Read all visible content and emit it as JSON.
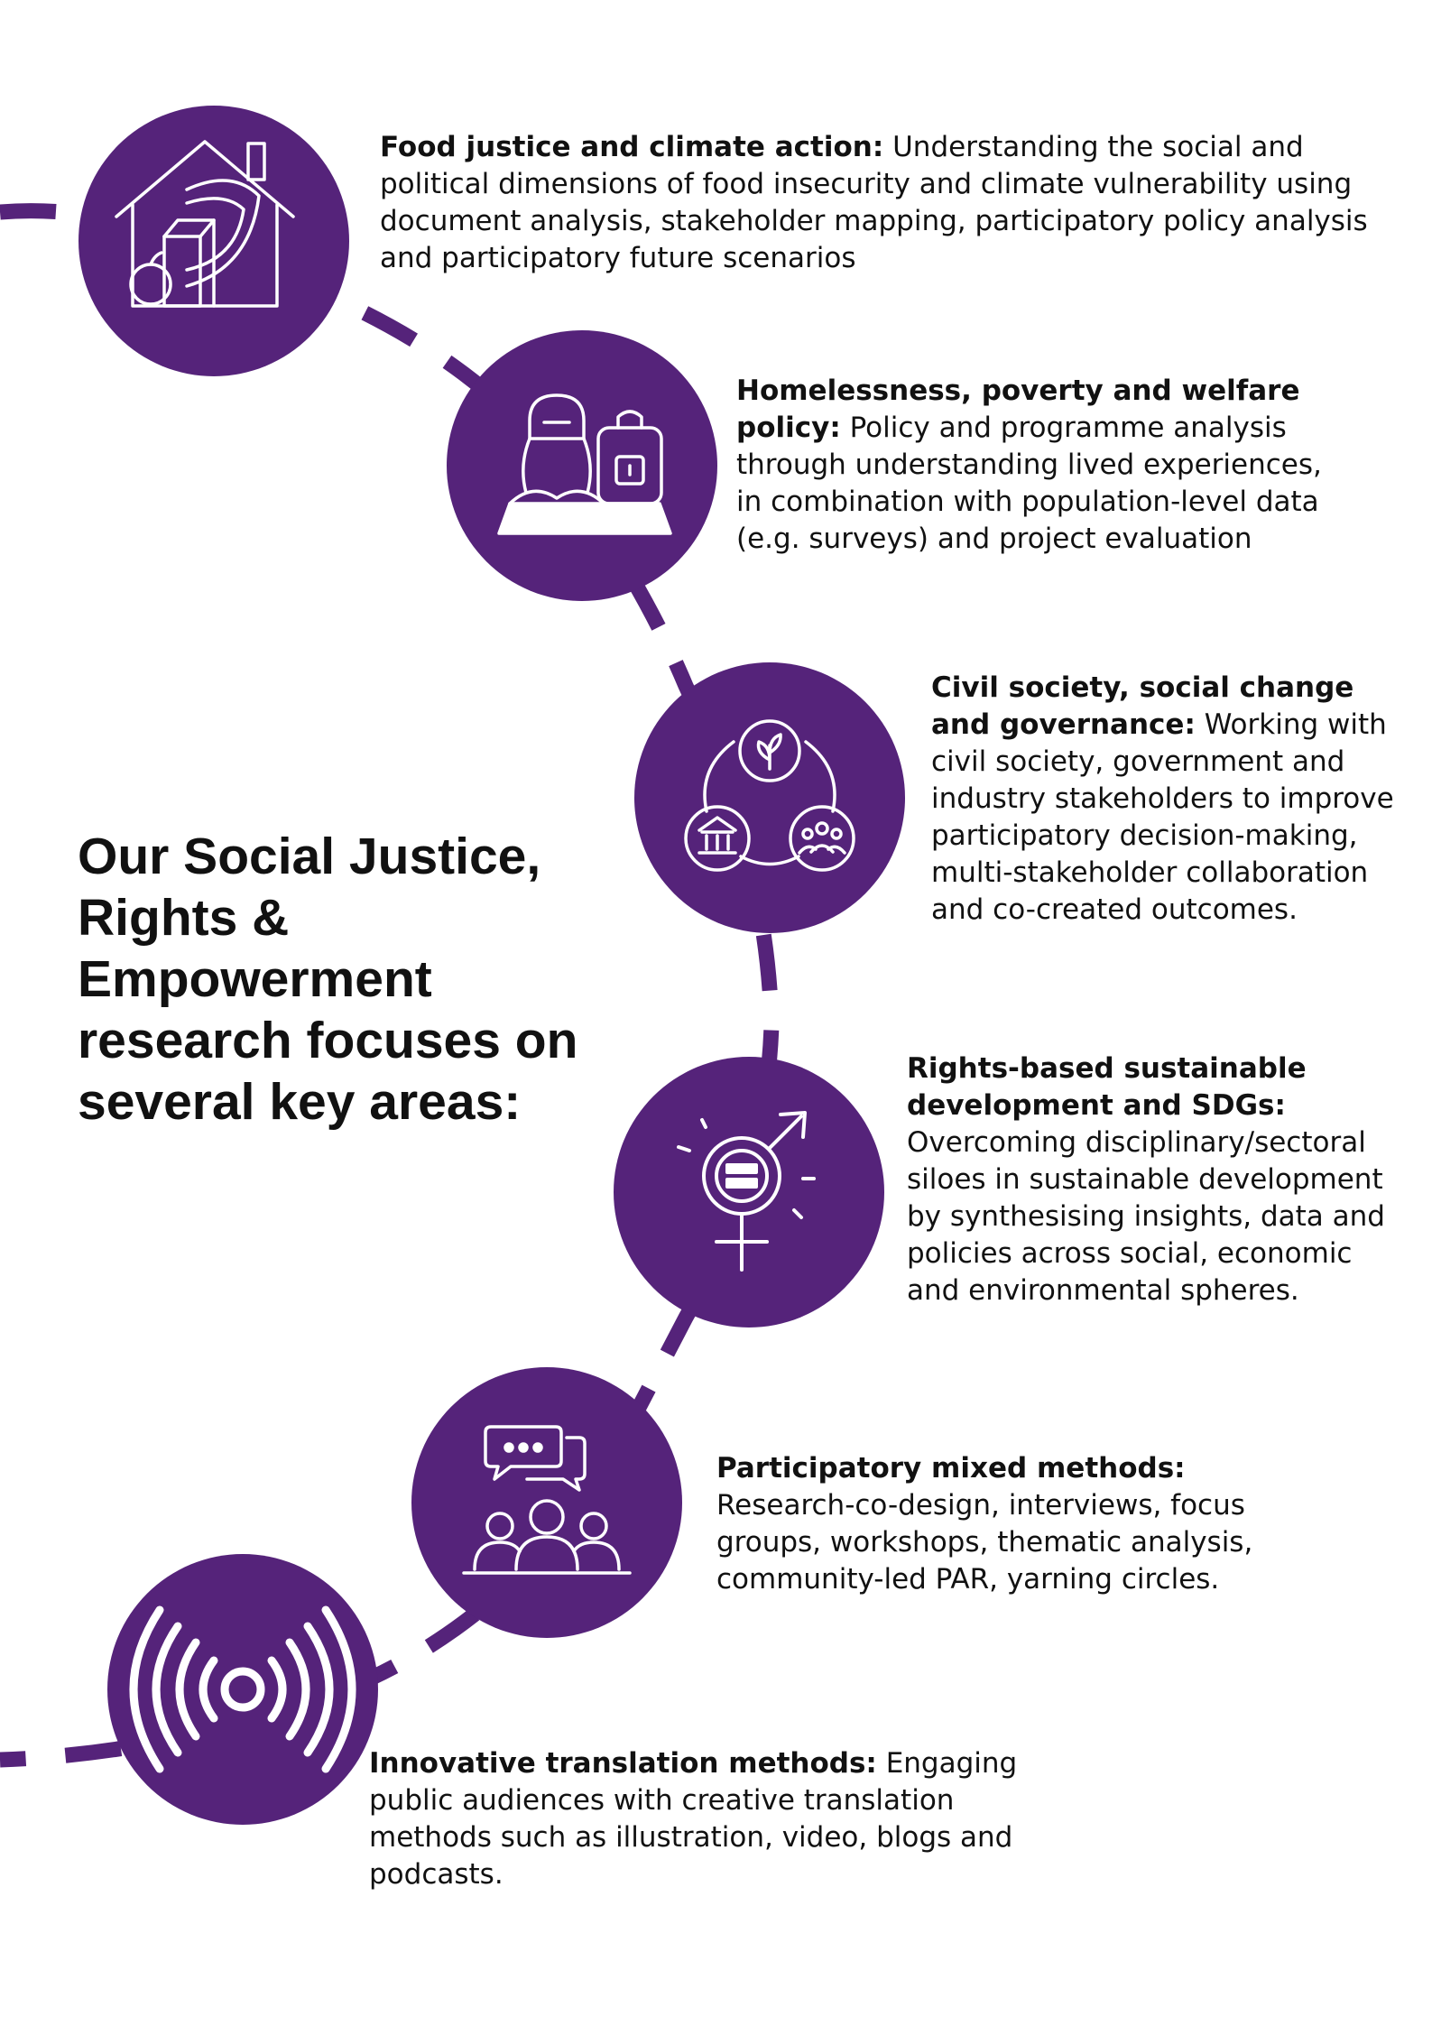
{
  "headline": "Our Social Justice, Rights & Empowerment research focuses on several key areas:",
  "colors": {
    "accent": "#55237a",
    "icon_line": "#ffffff",
    "text": "#111111"
  },
  "items": [
    {
      "icon": "house-food-icon",
      "title": "Food justice and climate action:",
      "text": "Understanding the social and political dimensions of food insecurity and climate vulnerability using document analysis, stakeholder mapping, participatory policy analysis and participatory future scenarios"
    },
    {
      "icon": "homeless-person-backpack-icon",
      "title": "Homelessness, poverty and welfare policy:",
      "text": "Policy and programme analysis through understanding lived experiences, in combination with population-level data (e.g. surveys) and project evaluation"
    },
    {
      "icon": "stakeholder-cycle-icon",
      "title": "Civil society, social change and governance:",
      "text": "Working with civil society, government and industry stakeholders to improve participatory decision-making, multi-stakeholder collaboration and co-created outcomes."
    },
    {
      "icon": "gender-equality-icon",
      "title": "Rights-based sustainable development and SDGs:",
      "text": "Overcoming disciplinary/sectoral siloes in sustainable development by synthesising insights, data and policies across social, economic and environmental spheres."
    },
    {
      "icon": "group-discussion-icon",
      "title": "Participatory mixed methods:",
      "text": "Research-co-design, interviews, focus groups, workshops, thematic analysis, community-led PAR, yarning circles."
    },
    {
      "icon": "broadcast-signal-icon",
      "title": "Innovative translation methods:",
      "text": "Engaging public audiences with creative translation methods such as illustration, video, blogs and podcasts."
    }
  ]
}
